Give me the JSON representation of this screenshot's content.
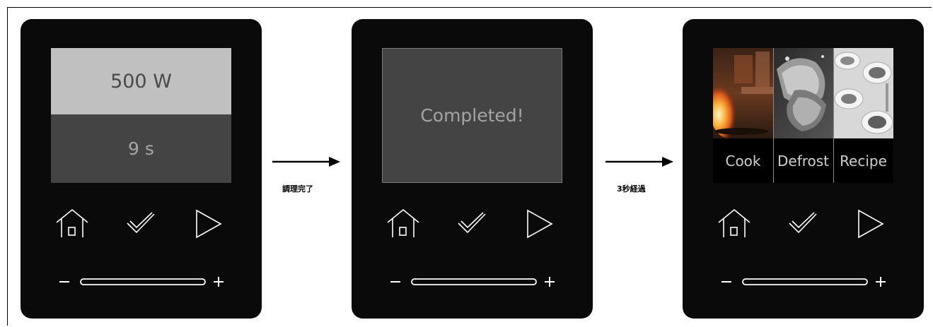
{
  "panel_1": {
    "power": "500 W",
    "time": "9 s"
  },
  "transition_1": {
    "label": "調理完了"
  },
  "panel_2": {
    "message": "Completed!"
  },
  "transition_2": {
    "label": "3秒経過"
  },
  "panel_3": {
    "menu": [
      {
        "label": "Cook",
        "image": "flambe-cooking-photo"
      },
      {
        "label": "Defrost",
        "image": "frozen-meat-photo"
      },
      {
        "label": "Recipe",
        "image": "plated-dishes-photo"
      }
    ]
  },
  "controls": {
    "icons": [
      "home-icon",
      "check-icon",
      "play-icon"
    ],
    "slider_minus": "−",
    "slider_plus": "+"
  },
  "colors": {
    "panel_bg": "#0a0a0a",
    "power_band": "#c0c0c0",
    "time_band": "#444444",
    "control_stroke": "#ffffff"
  }
}
